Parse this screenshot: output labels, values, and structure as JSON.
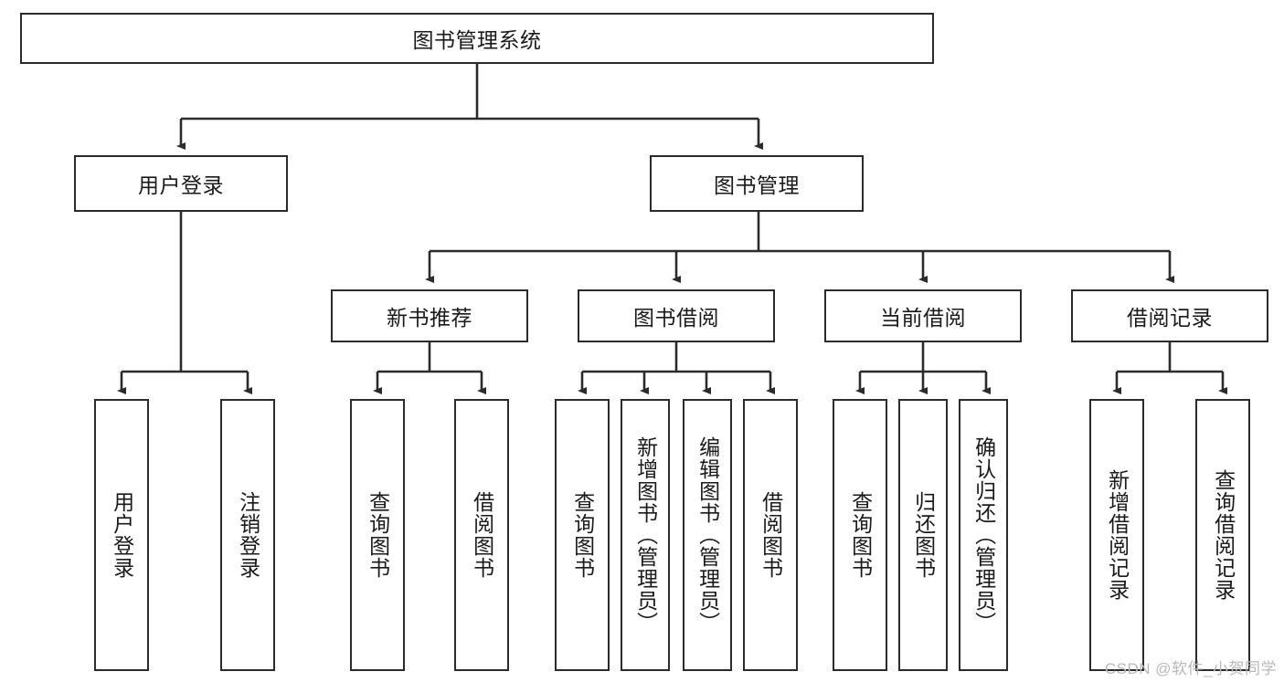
{
  "diagram": {
    "title": "图书管理系统",
    "type": "tree-hierarchy-diagram",
    "colors": {
      "box_border": "#2b2b2b",
      "box_fill": "#ffffff",
      "edge": "#2b2b2b",
      "text": "#1a1a1a",
      "watermark": "#b9b9b9"
    },
    "nodes": {
      "root": {
        "label": "图书管理系统"
      },
      "level2": [
        {
          "id": "user-login",
          "label": "用户登录"
        },
        {
          "id": "book-manage",
          "label": "图书管理"
        }
      ],
      "level3": [
        {
          "id": "new-book-recommend",
          "label": "新书推荐"
        },
        {
          "id": "book-borrow",
          "label": "图书借阅"
        },
        {
          "id": "current-borrow",
          "label": "当前借阅"
        },
        {
          "id": "borrow-record",
          "label": "借阅记录"
        }
      ],
      "leaves": {
        "user-login": [
          {
            "id": "leaf-user-login",
            "label": "用户登录"
          },
          {
            "id": "leaf-logout-login",
            "label": "注销登录"
          }
        ],
        "new-book-recommend": [
          {
            "id": "leaf-query-book-1",
            "label": "查询图书"
          },
          {
            "id": "leaf-borrow-book-1",
            "label": "借阅图书"
          }
        ],
        "book-borrow": [
          {
            "id": "leaf-query-book-2",
            "label": "查询图书"
          },
          {
            "id": "leaf-add-book",
            "label": "新增图书（管理员）"
          },
          {
            "id": "leaf-edit-book",
            "label": "编辑图书（管理员）"
          },
          {
            "id": "leaf-borrow-book-2",
            "label": "借阅图书"
          }
        ],
        "current-borrow": [
          {
            "id": "leaf-query-book-3",
            "label": "查询图书"
          },
          {
            "id": "leaf-return-book",
            "label": "归还图书"
          },
          {
            "id": "leaf-confirm-return",
            "label": "确认归还（管理员）"
          }
        ],
        "borrow-record": [
          {
            "id": "leaf-add-record",
            "label": "新增借阅记录"
          },
          {
            "id": "leaf-query-record",
            "label": "查询借阅记录"
          }
        ]
      }
    },
    "watermark": "CSDN @软件_小贺同学"
  }
}
